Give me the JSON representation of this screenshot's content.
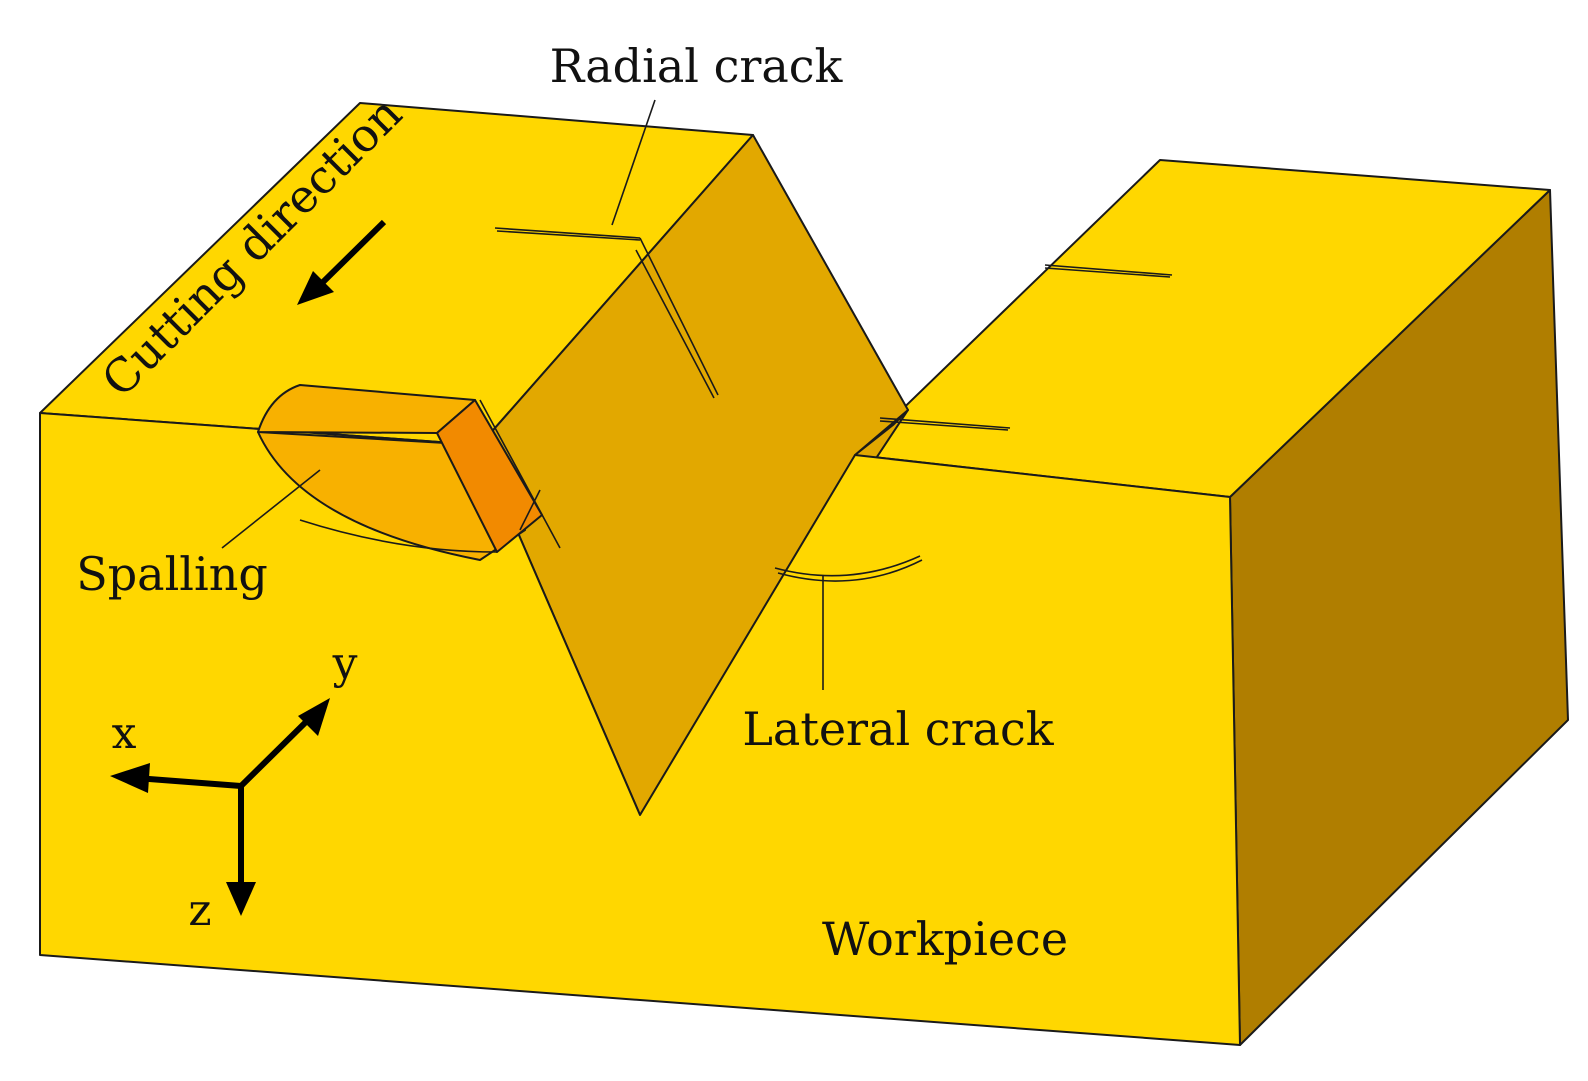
{
  "colors": {
    "front_face": "#FFD700",
    "top_face": "#FFD700",
    "groove_wall": "#E2A800",
    "right_side": "#B07E00",
    "spall_light": "#F8B100",
    "spall_dark": "#F28A00",
    "outline": "#1a1a1a"
  },
  "labels": {
    "radial_crack": "Radial crack",
    "cutting_direction": "Cutting direction",
    "spalling": "Spalling",
    "lateral_crack": "Lateral crack",
    "workpiece": "Workpiece"
  },
  "axes": {
    "x": "x",
    "y": "y",
    "z": "z"
  }
}
